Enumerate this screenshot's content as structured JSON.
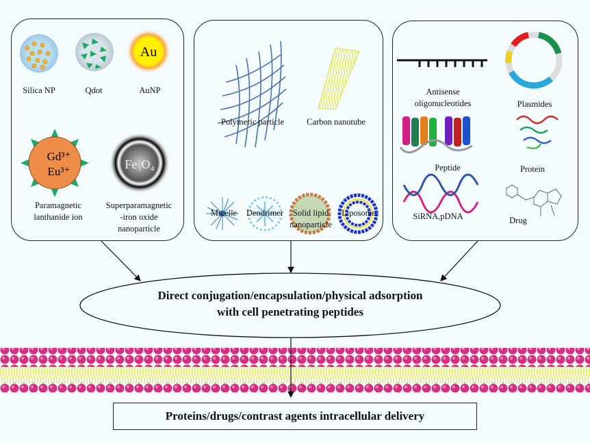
{
  "panels": {
    "inorganic": {
      "silica": "Silica NP",
      "qdot": "Qdot",
      "aunp": "AuNP",
      "au_symbol": "Au",
      "gd": "Gd³⁺",
      "eu": "Eu³⁺",
      "fe": "Fe₃O₄",
      "lanth1": "Paramagnetic",
      "lanth2": "lanthanide ion",
      "spio1": "Superparamagnetic",
      "spio2": "-iron oxide",
      "spio3": "nanoparticle"
    },
    "organic": {
      "polymeric": "Polymeric particle",
      "cnt": "Carbon nanotube",
      "micelle": "Micelle",
      "dendrimer": "Dendrimer",
      "sln1": "Solid lipid",
      "sln2": "nanoparticle",
      "liposome": "Liposome"
    },
    "bio": {
      "antisense1": "Antisense",
      "antisense2": "oligonucleotides",
      "plasmides": "Plasmides",
      "peptide": "Peptide",
      "protein": "Protein",
      "sirna": "SiRNA,pDNA",
      "drug": "Drug"
    }
  },
  "ellipse": {
    "line1": "Direct conjugation/encapsulation/physical adsorption",
    "line2": "with cell penetrating peptides"
  },
  "result": "Proteins/drugs/contrast agents intracellular delivery",
  "colors": {
    "head": "#d4307f",
    "tail": "#f2f25a",
    "gold": "#ffe100"
  }
}
